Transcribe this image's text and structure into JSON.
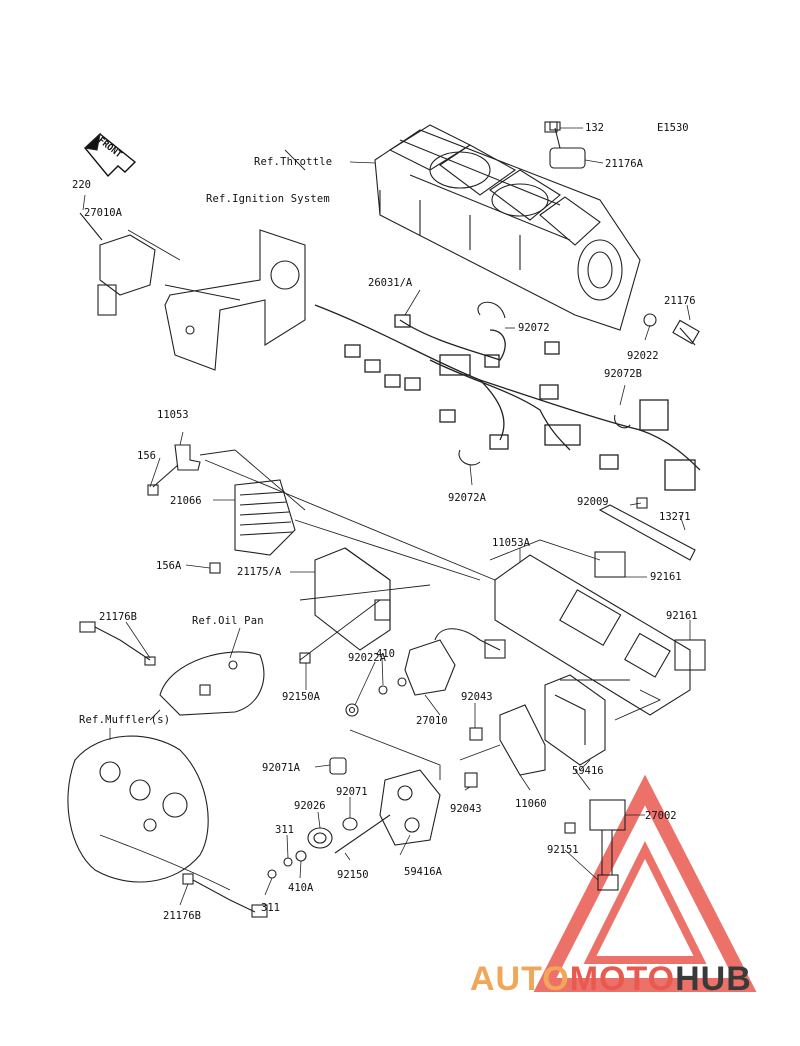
{
  "diagram_id": "E1530",
  "front_label": "FRONT",
  "references": {
    "throttle": "Ref.Throttle",
    "ignition": "Ref.Ignition System",
    "oil_pan": "Ref.Oil Pan",
    "muffler": "Ref.Muffler(s)"
  },
  "parts": {
    "p132": "132",
    "p21176A": "21176A",
    "p220": "220",
    "p27010A": "27010A",
    "p26031A": "26031/A",
    "p92072": "92072",
    "p21176": "21176",
    "p92022": "92022",
    "p92072B": "92072B",
    "p11053": "11053",
    "p156": "156",
    "p92072A": "92072A",
    "p21066": "21066",
    "p92009": "92009",
    "p13271": "13271",
    "p11053A": "11053A",
    "p156A": "156A",
    "p21175A": "21175/A",
    "p92161a": "92161",
    "p92161b": "92161",
    "p21176B_top": "21176B",
    "p92022A": "92022A",
    "p410": "410",
    "p92150A": "92150A",
    "p92043a": "92043",
    "p27010": "27010",
    "p92071A": "92071A",
    "p92071": "92071",
    "p92026": "92026",
    "p59416": "59416",
    "p92043b": "92043",
    "p11060": "11060",
    "p27002": "27002",
    "p311a": "311",
    "p92150": "92150",
    "p59416A": "59416A",
    "p92151": "92151",
    "p410A": "410A",
    "p311b": "311",
    "p21176B_bot": "21176B"
  },
  "watermark": {
    "part1": "AUTO",
    "part2": "MOTO",
    "part3": "HUB",
    "color1": "#f2a65a",
    "color2": "#e8594f",
    "color3": "#3a3a3a",
    "triangle_color": "#e8594f"
  }
}
